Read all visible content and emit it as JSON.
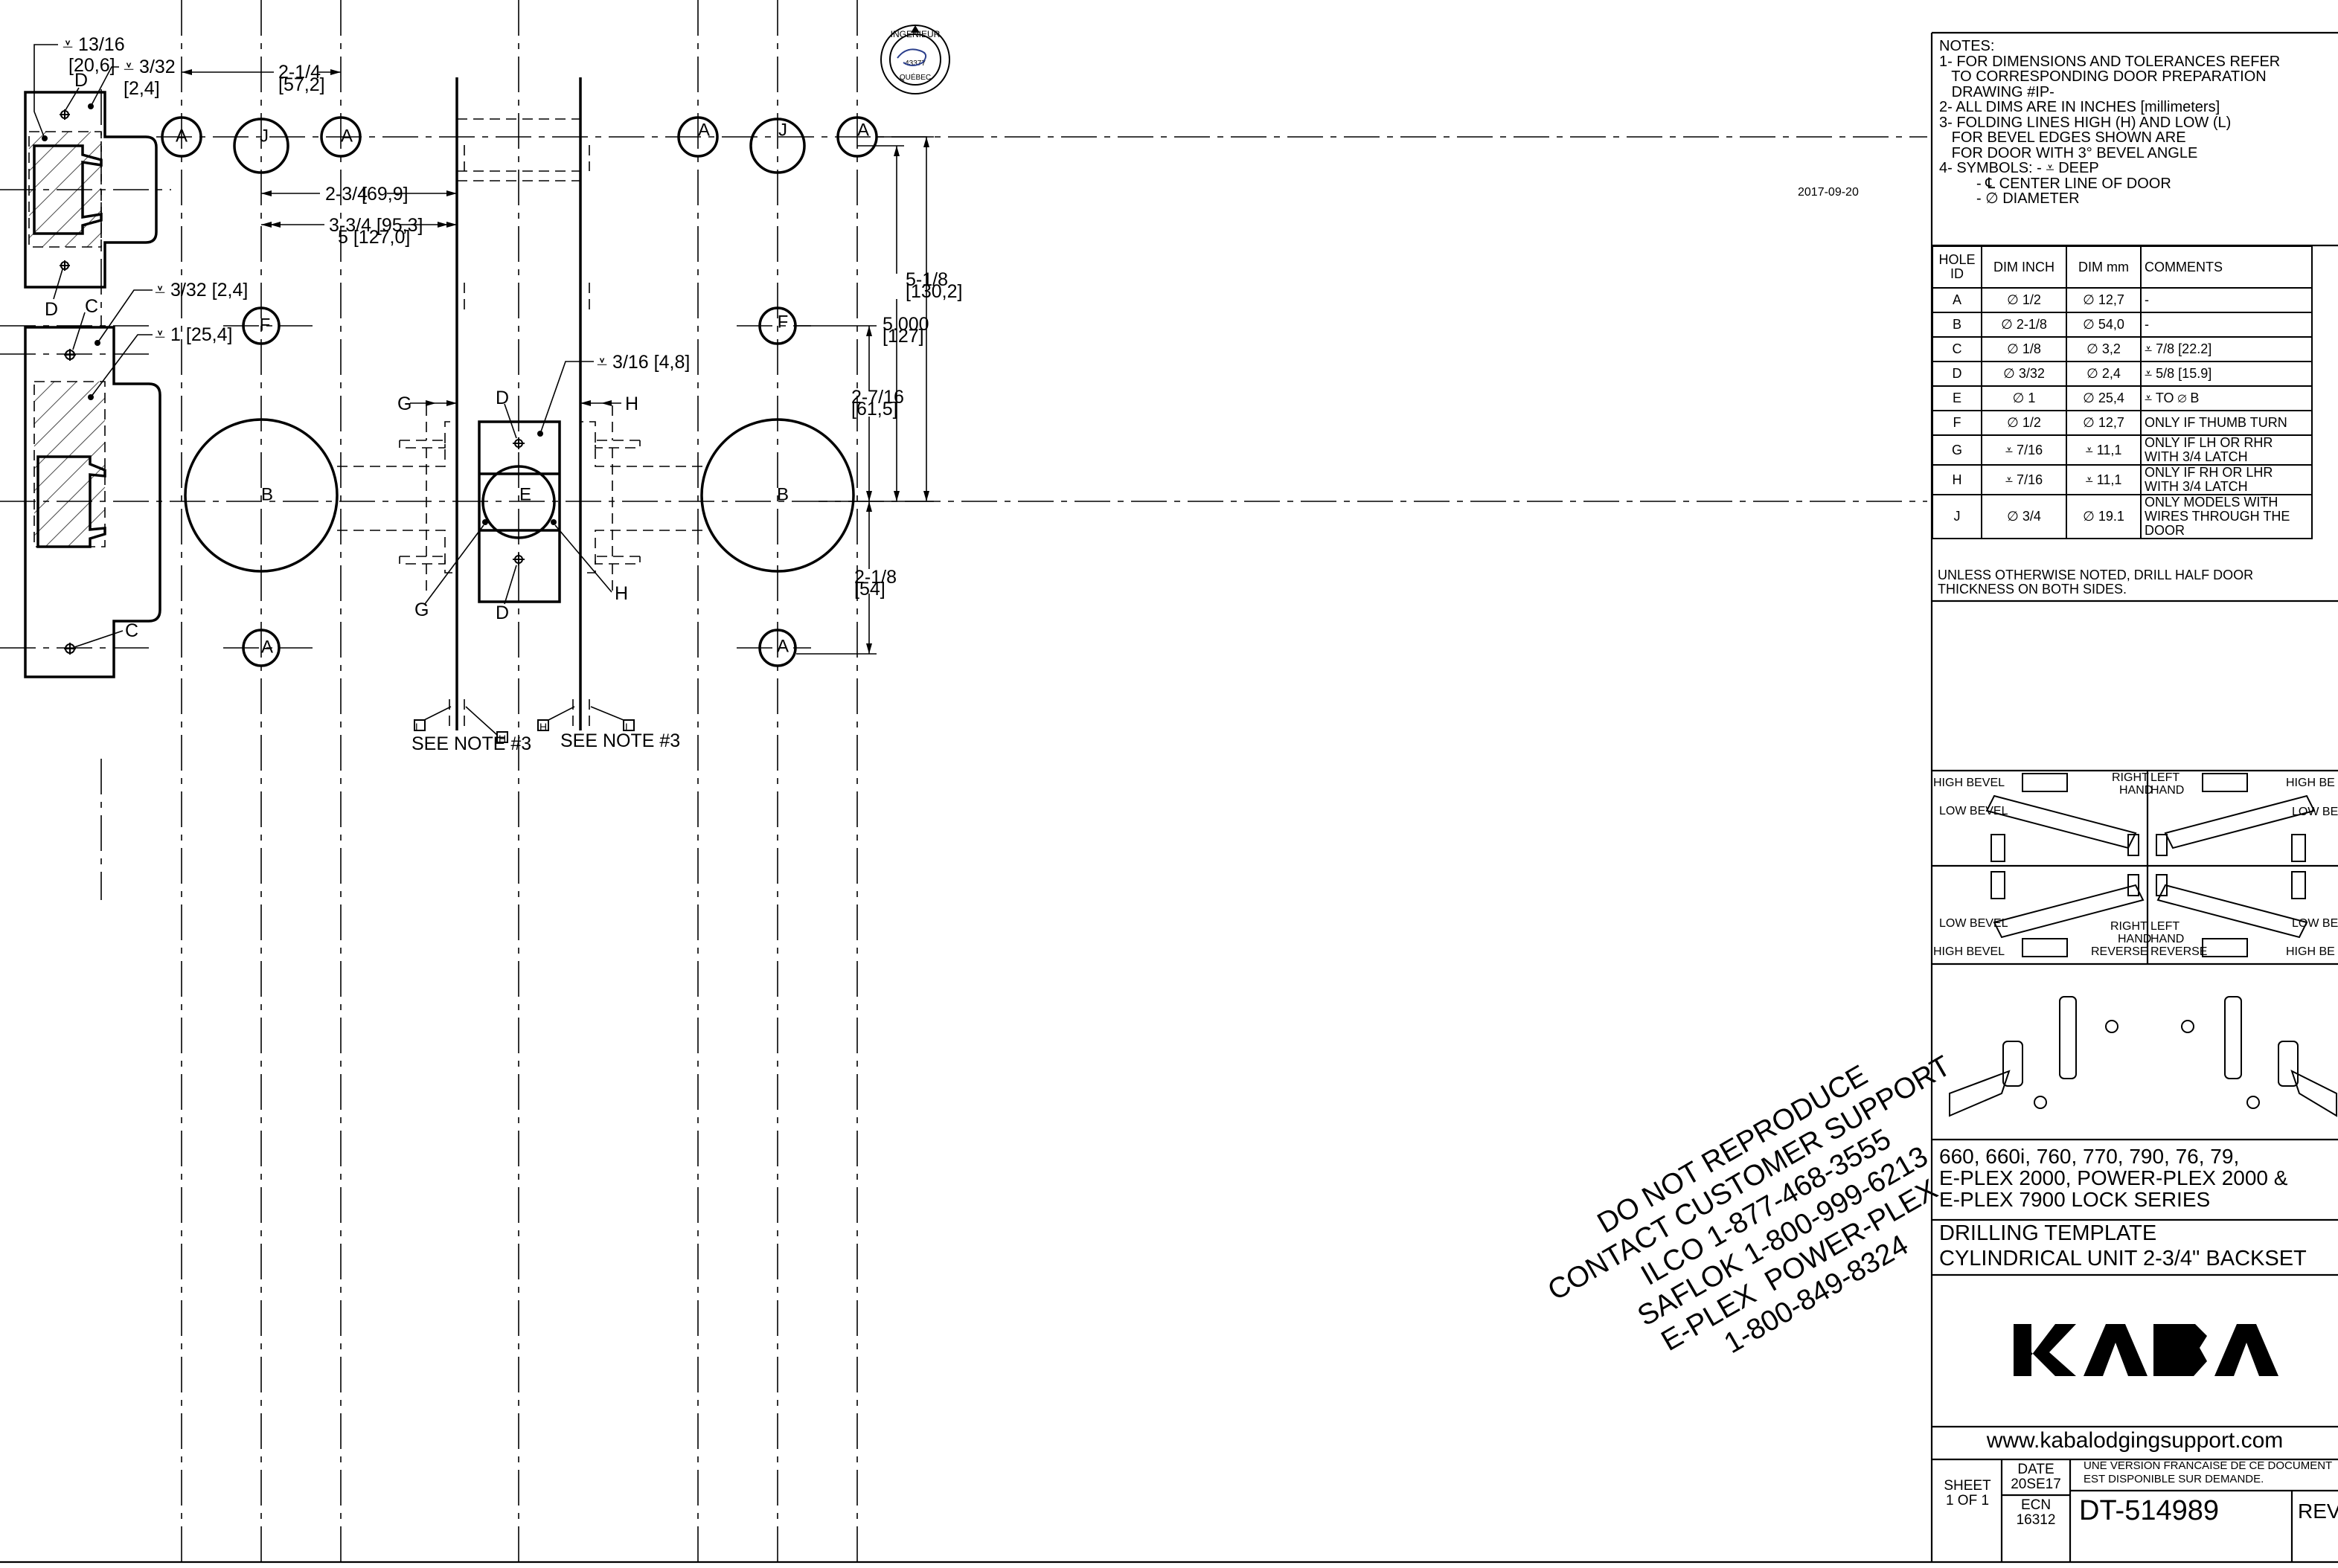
{
  "notes": {
    "lines": [
      "NOTES:",
      "1- FOR DIMENSIONS AND TOLERANCES REFER",
      "   TO CORRESPONDING DOOR PREPARATION",
      "   DRAWING #IP-",
      "2- ALL DIMS ARE IN INCHES [millimeters]",
      "3- FOLDING LINES HIGH (H) AND LOW (L)",
      "   FOR BEVEL EDGES SHOWN ARE",
      "   FOR DOOR WITH 3° BEVEL ANGLE",
      "4- SYMBOLS: - ⩡ DEEP",
      "         - ℄ CENTER LINE OF DOOR",
      "         - ∅ DIAMETER"
    ]
  },
  "hole_table": {
    "headers": [
      "HOLE ID",
      "DIM INCH",
      "DIM mm",
      "COMMENTS"
    ],
    "rows": [
      [
        "A",
        "∅ 1/2",
        "∅ 12,7",
        "-"
      ],
      [
        "B",
        "∅ 2-1/8",
        "∅ 54,0",
        "-"
      ],
      [
        "C",
        "∅ 1/8",
        "∅ 3,2",
        "⩡ 7/8 [22.2]"
      ],
      [
        "D",
        "∅ 3/32",
        "∅ 2,4",
        "⩡ 5/8 [15.9]"
      ],
      [
        "E",
        "∅ 1",
        "∅ 25,4",
        "⩡ TO ∅ B"
      ],
      [
        "F",
        "∅ 1/2",
        "∅ 12,7",
        "ONLY IF THUMB TURN"
      ],
      [
        "G",
        "⩡ 7/16",
        "⩡ 11,1",
        "ONLY IF LH OR RHR WITH 3/4 LATCH"
      ],
      [
        "H",
        "⩡ 7/16",
        "⩡ 11,1",
        "ONLY IF RH OR LHR WITH 3/4 LATCH"
      ],
      [
        "J",
        "∅ 3/4",
        "∅ 19.1",
        "ONLY MODELS WITH WIRES THROUGH THE DOOR"
      ]
    ],
    "footer": "UNLESS OTHERWISE NOTED, DRILL HALF DOOR THICKNESS ON BOTH SIDES."
  },
  "bevel_labels": {
    "high_bevel": "HIGH BEVEL",
    "low_bevel": "LOW BEVEL",
    "right_hand": "RIGHT HAND",
    "left_hand": "LEFT HAND",
    "right_hand_reverse": "RIGHT HAND REVERSE",
    "left_hand_reverse": "LEFT HAND REVERSE",
    "right": "RIGHT",
    "left": "LEFT",
    "hand": "HAND",
    "reverse": "REVERSE",
    "high_bevel_cut": "HIGH BE",
    "low_bevel_cut": "LOW BE"
  },
  "models": "660, 660i, 760, 770, 790, 76, 79,\nE-PLEX 2000, POWER-PLEX 2000 &\nE-PLEX 7900 LOCK SERIES",
  "title_line1": "DRILLING TEMPLATE",
  "title_line2": "CYLINDRICAL UNIT 2-3/4\" BACKSET",
  "logo": "KABA",
  "website": "www.kabalodgingsupport.com",
  "title_block": {
    "sheet_label": "SHEET",
    "sheet_value": "1 OF 1",
    "date_label": "DATE",
    "date_value": "20SE17",
    "ecn_label": "ECN",
    "ecn_value": "16312",
    "french_note": "UNE VERSION FRANCAISE DE CE DOCUMENT\nEST DISPONIBLE SUR DEMANDE.",
    "doc_number": "DT-514989",
    "rev_label": "REV"
  },
  "stamp": {
    "top": "INGENIEUR",
    "number": "43377",
    "bottom": "QUÉBEC",
    "date": "2017-09-20"
  },
  "watermark": "DO NOT REPRODUCE\nCONTACT CUSTOMER SUPPORT\nILCO 1-877-468-3555\nSAFLOK 1-800-999-6213\nE-PLEX  POWER-PLEX\n1-800-849-8324",
  "dimensions": {
    "d_13_16": "⩡ 13/16",
    "d_13_16_mm": "[20,6]",
    "d_3_32": "⩡ 3/32",
    "d_3_32_mm": "[2,4]",
    "d_3_32_full": "⩡ 3/32 [2,4]",
    "d_1": "⩡ 1 [25,4]",
    "d_3_16": "⩡ 3/16 [4,8]",
    "dim_2_1_4": "2-1/4",
    "dim_2_1_4_mm": "[57,2]",
    "dim_2_3_4": "2-3/4",
    "dim_2_3_4_mm": "[69,9]",
    "dim_3_3_4": "3-3/4 [95,3]",
    "dim_5": "5 [127,0]",
    "dim_5_1_8": "5-1/8",
    "dim_5_1_8_mm": "[130,2]",
    "dim_5_000": "5.000",
    "dim_5_000_mm": "[127]",
    "dim_2_7_16": "2-7/16",
    "dim_2_7_16_mm": "[61,5]",
    "dim_2_1_8": "2-1/8",
    "dim_2_1_8_mm": "[54]",
    "see_note": "SEE NOTE #3"
  },
  "hole_labels": {
    "A": "A",
    "B": "B",
    "C": "C",
    "D": "D",
    "E": "E",
    "F": "F",
    "G": "G",
    "H": "H",
    "J": "J",
    "L": "L"
  }
}
